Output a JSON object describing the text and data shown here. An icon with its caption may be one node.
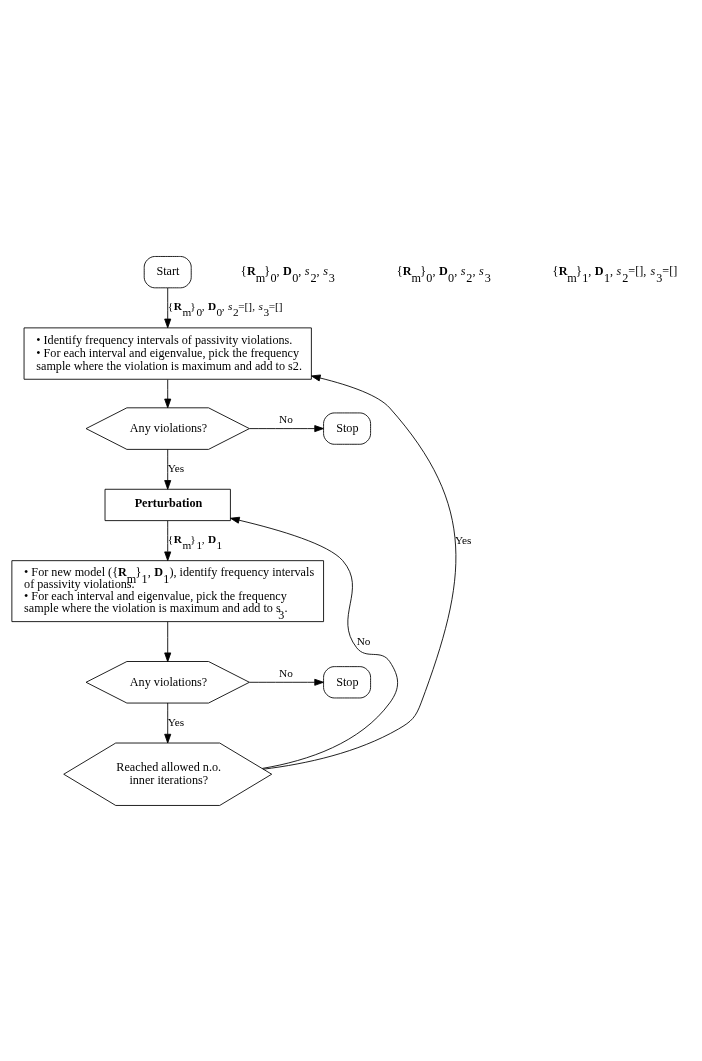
{
  "diagram": {
    "nodes": [
      {
        "text": [
          "Start"
        ]
      },
      {
        "text": [
          "• Identify frequency intervals of passivity violations.",
          "• For each interval and eigenvalue, pick the frequency sample where the violation is maximum and add to s2."
        ]
      },
      {
        "text": [
          "Any violations?"
        ]
      },
      {
        "text": [
          "Stop"
        ]
      },
      {
        "text": [
          "Perturbation"
        ]
      },
      {
        "text": [
          "• For new model ({**R**$_{m}$}$_{1}$, **D**$_{1}$), identify frequency intervals of passivity violations.",
          "• For each interval and eigenvalue, pick the frequency sample where the violation is maximum and add to s$_{3}$."
        ]
      },
      {
        "text": [
          "Any violations?"
        ]
      },
      {
        "text": [
          "Stop"
        ]
      },
      {
        "text": [
          "Reached allowed n.o. inner iterations?"
        ]
      }
    ],
    "edges": [
      {
        "from": 0,
        "to": 1,
        "arrow": "to",
        "label": "{**R**$_{m}$}$_{0}$, **D**$_{0}$, *s*$_{2}$=[], *s*$_{3}$=[]"
      },
      {
        "from": 1,
        "to": 2,
        "arrow": "to"
      },
      {
        "from": 2,
        "to": 3,
        "arrow": "to",
        "label": "No"
      },
      {
        "from": 2,
        "to": 4,
        "arrow": "to",
        "label": "Yes"
      },
      {
        "from": 4,
        "to": 5,
        "arrow": "to",
        "label": "{**R**$_{m}$}$_{1}$, **D**$_{1}$"
      },
      {
        "from": 5,
        "to": 6,
        "arrow": "to"
      },
      {
        "from": 6,
        "to": 7,
        "arrow": "to",
        "label": "No"
      },
      {
        "from": 6,
        "to": 8,
        "arrow": "to",
        "label": "Yes"
      },
      {
        "from": 8,
        "to": 4,
        "arrow": "to",
        "label": "No"
      },
      {
        "from": 8,
        "to": 1,
        "arrow": "to",
        "label": "Yes"
      }
    ],
    "labels": [
      "{**R**$_{m}$}$_{0}$, **D**$_{0}$, *s*$_{2}$, *s*$_{3}$",
      "{**R**$_{m}$}$_{0}$, **D**$_{0}$, *s*$_{2}$, *s*$_{3}$",
      "{**R**$_{m}$}$_{1}$, **D**$_{1}$, *s*$_{2}$=[], *s*$_{3}$=[]"
    ]
  }
}
